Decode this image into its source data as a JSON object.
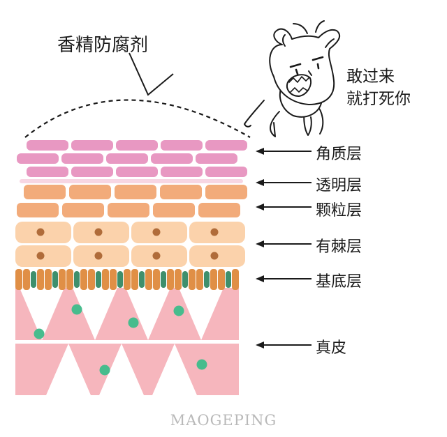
{
  "title": "香精防腐剂",
  "speech": {
    "line1": "敢过来",
    "line2": "就打死你"
  },
  "layers": [
    {
      "id": "stratum-corneum",
      "label": "角质层"
    },
    {
      "id": "stratum-lucidum",
      "label": "透明层"
    },
    {
      "id": "stratum-granulosum",
      "label": "颗粒层"
    },
    {
      "id": "stratum-spinosum",
      "label": "有棘层"
    },
    {
      "id": "stratum-basale",
      "label": "基底层"
    },
    {
      "id": "dermis",
      "label": "真皮"
    }
  ],
  "watermark": "MAOGEPING",
  "colors": {
    "corneum": "#e898c2",
    "lucidum_stripe": "#f7d6e3",
    "granulosum": "#f2ab7a",
    "spinosum": "#fbd2ab",
    "nucleus": "#b06c3a",
    "basale_orange": "#e08f46",
    "basale_green": "#3f8f6c",
    "dermis": "#f6b6bd",
    "dermis_dot": "#47bc8d",
    "ink": "#1a1a1a"
  }
}
